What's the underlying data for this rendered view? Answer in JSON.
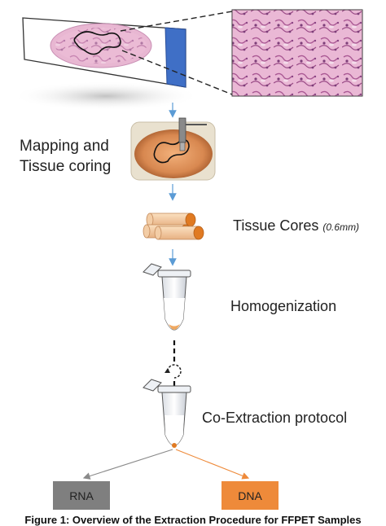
{
  "steps": {
    "mapping_line1": "Mapping and",
    "mapping_line2": "Tissue coring",
    "tissue_cores": "Tissue Cores",
    "tissue_cores_size": "(0.6mm)",
    "homogenization": "Homogenization",
    "co_extraction": "Co-Extraction protocol"
  },
  "outputs": {
    "rna": "RNA",
    "dna": "DNA"
  },
  "caption": "Figure 1: Overview of the Extraction Procedure for FFPET Samples",
  "colors": {
    "arrow": "#5b9bd5",
    "tissue_pink": "#e8b7d2",
    "stain_blue": "#3f6fc6",
    "core_orange": "#f0a860",
    "rna_box": "#7f7f7f",
    "dna_box": "#ee8a3a"
  }
}
